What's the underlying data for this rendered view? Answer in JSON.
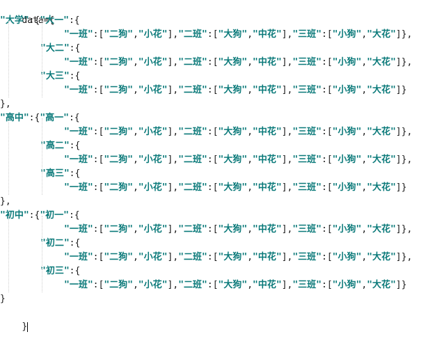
{
  "editor": {
    "declaration": "data={",
    "closing_brace": "}",
    "groups": [
      {
        "key": "大学",
        "grades": [
          {
            "name": "大一",
            "classes": [
              {
                "name": "一班",
                "students": [
                  "二狗",
                  "小花"
                ]
              },
              {
                "name": "二班",
                "students": [
                  "大狗",
                  "中花"
                ]
              },
              {
                "name": "三班",
                "students": [
                  "小狗",
                  "大花"
                ]
              }
            ]
          },
          {
            "name": "大二",
            "classes": [
              {
                "name": "一班",
                "students": [
                  "二狗",
                  "小花"
                ]
              },
              {
                "name": "二班",
                "students": [
                  "大狗",
                  "中花"
                ]
              },
              {
                "name": "三班",
                "students": [
                  "小狗",
                  "大花"
                ]
              }
            ]
          },
          {
            "name": "大三",
            "classes": [
              {
                "name": "一班",
                "students": [
                  "二狗",
                  "小花"
                ]
              },
              {
                "name": "二班",
                "students": [
                  "大狗",
                  "中花"
                ]
              },
              {
                "name": "三班",
                "students": [
                  "小狗",
                  "大花"
                ]
              }
            ]
          }
        ]
      },
      {
        "key": "高中",
        "grades": [
          {
            "name": "高一",
            "classes": [
              {
                "name": "一班",
                "students": [
                  "二狗",
                  "小花"
                ]
              },
              {
                "name": "二班",
                "students": [
                  "大狗",
                  "中花"
                ]
              },
              {
                "name": "三班",
                "students": [
                  "小狗",
                  "大花"
                ]
              }
            ]
          },
          {
            "name": "高二",
            "classes": [
              {
                "name": "一班",
                "students": [
                  "二狗",
                  "小花"
                ]
              },
              {
                "name": "二班",
                "students": [
                  "大狗",
                  "中花"
                ]
              },
              {
                "name": "三班",
                "students": [
                  "小狗",
                  "大花"
                ]
              }
            ]
          },
          {
            "name": "高三",
            "classes": [
              {
                "name": "一班",
                "students": [
                  "二狗",
                  "小花"
                ]
              },
              {
                "name": "二班",
                "students": [
                  "大狗",
                  "中花"
                ]
              },
              {
                "name": "三班",
                "students": [
                  "小狗",
                  "大花"
                ]
              }
            ]
          }
        ]
      },
      {
        "key": "初中",
        "grades": [
          {
            "name": "初一",
            "classes": [
              {
                "name": "一班",
                "students": [
                  "二狗",
                  "小花"
                ]
              },
              {
                "name": "二班",
                "students": [
                  "大狗",
                  "中花"
                ]
              },
              {
                "name": "三班",
                "students": [
                  "小狗",
                  "大花"
                ]
              }
            ]
          },
          {
            "name": "初二",
            "classes": [
              {
                "name": "一班",
                "students": [
                  "二狗",
                  "小花"
                ]
              },
              {
                "name": "二班",
                "students": [
                  "大狗",
                  "中花"
                ]
              },
              {
                "name": "三班",
                "students": [
                  "小狗",
                  "大花"
                ]
              }
            ]
          },
          {
            "name": "初三",
            "classes": [
              {
                "name": "一班",
                "students": [
                  "二狗",
                  "小花"
                ]
              },
              {
                "name": "二班",
                "students": [
                  "大狗",
                  "中花"
                ]
              },
              {
                "name": "三班",
                "students": [
                  "小狗",
                  "大花"
                ]
              }
            ]
          }
        ]
      }
    ]
  },
  "colors": {
    "string": "#0b7a7a",
    "punctuation": "#1a1a1a",
    "background": "#ffffff",
    "indent_guide": "#cfcfcf"
  }
}
